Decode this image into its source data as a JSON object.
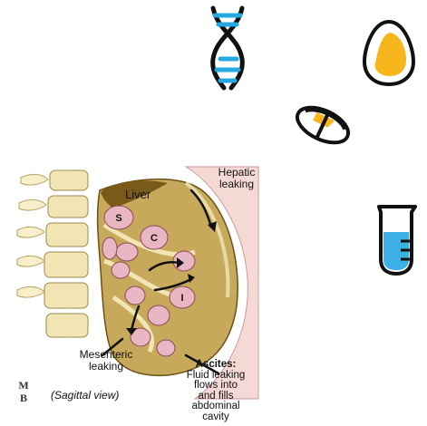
{
  "labels": {
    "liver": "Liver",
    "hepatic_1": "Hepatic",
    "hepatic_2": "leaking",
    "mesenteric_1": "Mesenteric",
    "mesenteric_2": "leaking",
    "sagittal": "(Sagittal view)",
    "ascites_title": "Ascites:",
    "ascites_1": "Fluid leaking",
    "ascites_2": "flows into",
    "ascites_3": "and fills",
    "ascites_4": "abdominal",
    "ascites_5": "cavity",
    "organ_s": "S",
    "organ_c": "C",
    "organ_i": "I"
  },
  "colors": {
    "dna_blue": "#25a9e0",
    "egg_yellow": "#f6b61c",
    "tube_blue": "#3bb1e8",
    "fluid": "#c6a95a",
    "fluid_dark": "#8a6a1e",
    "organ_pink": "#e9b6c4",
    "spine": "#f1e6b3",
    "skin": "#f4d9d5"
  },
  "icons": [
    "dna-icon",
    "egg-icon",
    "pill-icon",
    "test-tube-icon",
    "mb-logo"
  ]
}
